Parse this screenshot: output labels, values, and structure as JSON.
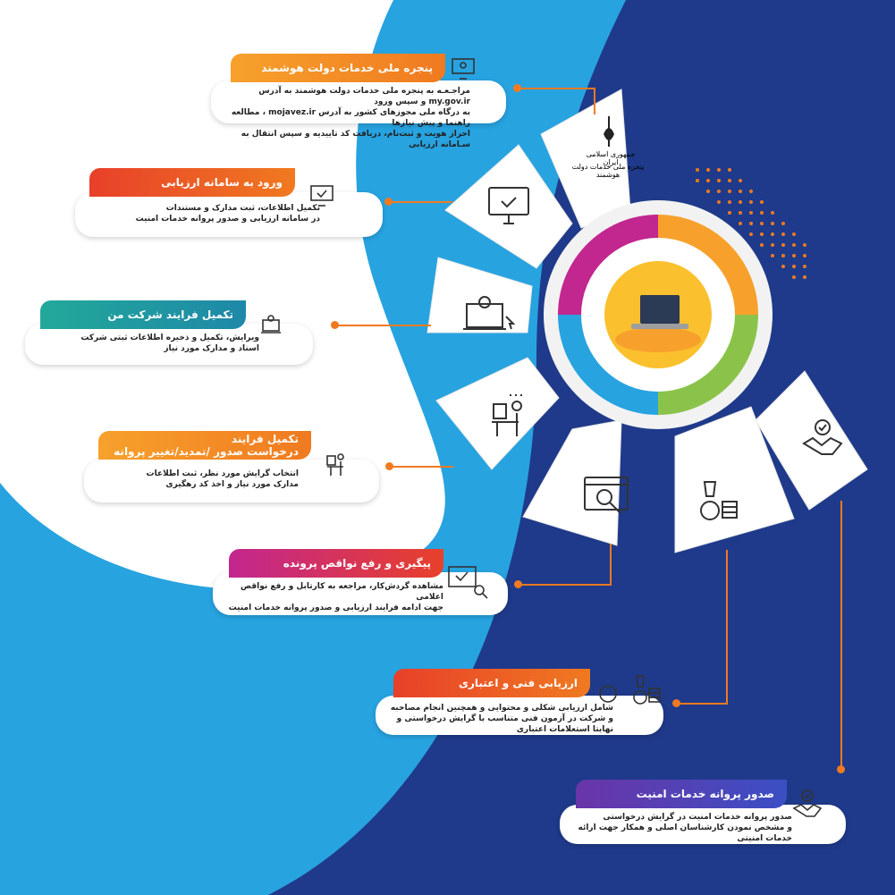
{
  "colors": {
    "navy": "#1f3a8a",
    "sky": "#27a3e0",
    "orange": "#f07a20",
    "red": "#e8402a",
    "teal": "#22a99a",
    "magenta": "#c2268f",
    "purple": "#6a35a8",
    "yellow": "#fbc02d"
  },
  "seal": {
    "line1": "جمهوری اسلامی ایران",
    "line2": "پنجره ملی خدمات دولت هوشمند"
  },
  "steps": [
    {
      "title": "پنجره ملی خدمات دولت هوشمند",
      "desc1": "مراجـعـه به پنجره ملی خدمات دولت هوشمند به آدرس my.gov.ir و سپس ورود",
      "desc2": "به درگاه ملی مجوزهای کشور به آدرس mojavez.ir ، مطالعه راهنما و پیش نیازها",
      "desc3": "احراز هویت و ثبت‌نام، دریافت کد تاییدیه و سپس انتقال به سـامانه ارزیابی",
      "icon": "monitor-user-icon"
    },
    {
      "title": "ورود به سامانه ارزیابی",
      "desc1": "تکمیل اطلاعات، ثبت مدارک و مستندات",
      "desc2": "در سامانه ارزیابی و صدور پروانه خدمات امنیت",
      "icon": "monitor-check-icon"
    },
    {
      "title": "تکمیل فرایند شرکت من",
      "desc1": "ویرایش، تکمیل و ذخیره اطلاعات ثبتی شرکت",
      "desc2": "اسناد و مدارک مورد نیاز",
      "icon": "laptop-user-icon"
    },
    {
      "title": "تکمیل فرایند",
      "title2": "درخواست صدور /تمدید/تغییر پروانه",
      "desc1": "انتخاب گرایش مورد نظر، ثبت اطلاعات",
      "desc2": "مدارک مورد نیاز و اخذ کد رهگیری",
      "icon": "desk-person-icon"
    },
    {
      "title": "پیگیری و رفع نواقص پرونده",
      "desc1": "مشاهده گردش‌کار، مراجعه به کارتابل و رفع نواقص اعلامی",
      "desc2": "جهت ادامه فرایند ارزیابی و صدور پروانه خدمات امنیت",
      "icon": "monitor-search-icon"
    },
    {
      "title": "ارزیابی فنی و اعتباری",
      "desc1": "شامل ارزیابی شکلی و محتوایی و همچنین انجام مصاحبه",
      "desc2": "و شرکت در آزمون فنی متناسب با گرایش درخواستی و نهایتا استعلامات اعتباری",
      "icon": "coins-icon"
    },
    {
      "title": "صدور پروانه خدمات امنیت",
      "desc1": "صدور پروانه خدمات امنیت در گرایش درخواستی",
      "desc2": "و مشخص نمودن کارشناسان اصلی و همکار جهت ارائه خدمات امنیتی",
      "icon": "handshake-icon"
    }
  ]
}
